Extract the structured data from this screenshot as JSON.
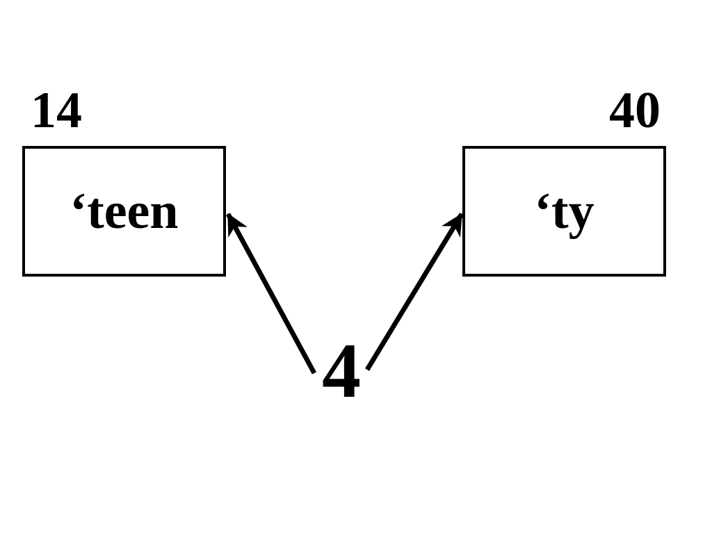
{
  "slide": {
    "background_color": "#FFFFFF",
    "ink_color": "#000000",
    "left_group": {
      "label": "14",
      "box_text": "‘teen"
    },
    "right_group": {
      "label": "40",
      "box_text": "‘ty"
    },
    "stem": {
      "text": "4"
    },
    "arrows": [
      {
        "from": "stem-number",
        "to": "teen-box"
      },
      {
        "from": "stem-number",
        "to": "ty-box"
      }
    ]
  }
}
